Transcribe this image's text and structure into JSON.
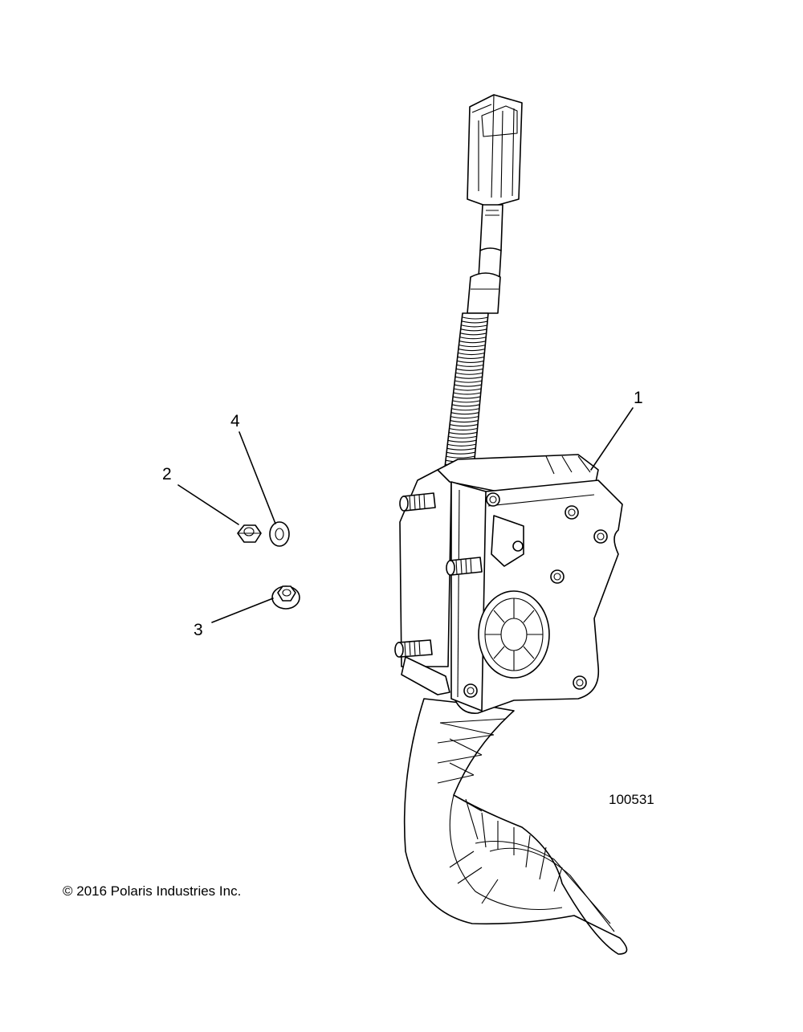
{
  "callouts": [
    {
      "id": "1",
      "label": "1"
    },
    {
      "id": "2",
      "label": "2"
    },
    {
      "id": "3",
      "label": "3"
    },
    {
      "id": "4",
      "label": "4"
    }
  ],
  "drawing_number": "100531",
  "copyright": "© 2016 Polaris Industries Inc."
}
